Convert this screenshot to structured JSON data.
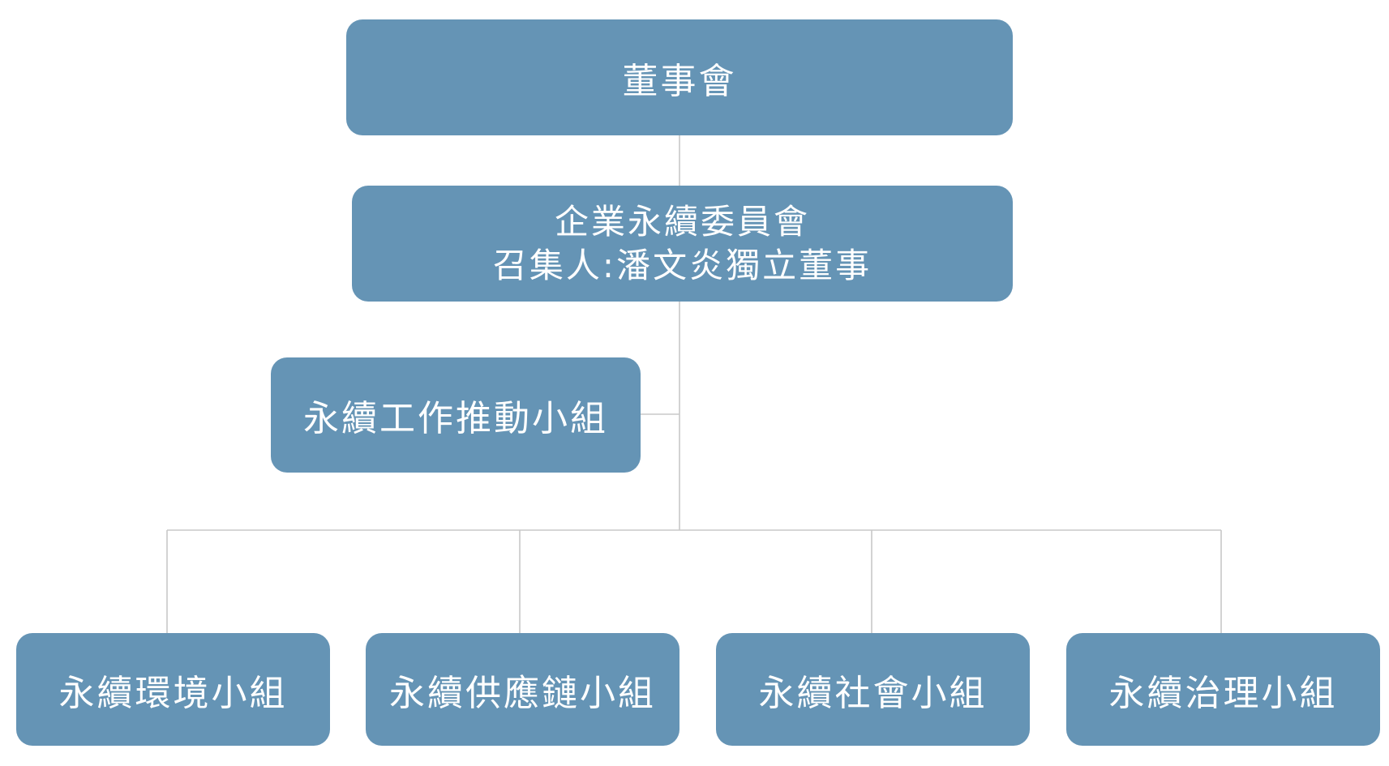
{
  "org_chart": {
    "board": "董事會",
    "committee": {
      "line1": "企業永續委員會",
      "line2": "召集人:潘文炎獨立董事"
    },
    "task_force": "永續工作推動小組",
    "groups": [
      "永續環境小組",
      "永續供應鏈小組",
      "永續社會小組",
      "永續治理小組"
    ]
  },
  "colors": {
    "box_fill": "#6594b5",
    "box_text": "#ffffff",
    "connector": "#c8c8c8"
  }
}
